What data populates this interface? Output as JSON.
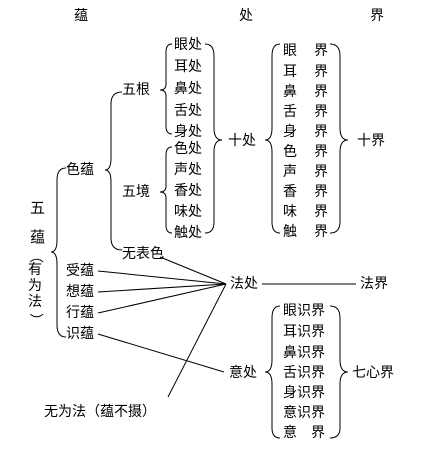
{
  "headers": {
    "skandha": "蕴",
    "ayatana": "处",
    "dhatu": "界"
  },
  "wuyun": {
    "label": "五蕴",
    "paren_top": "（",
    "sub": "有为法",
    "paren_bottom": "）"
  },
  "seyun": "色蕴",
  "wugen": {
    "label": "五根",
    "items": [
      "眼处",
      "耳处",
      "鼻处",
      "舌处",
      "身处"
    ]
  },
  "wujing": {
    "label": "五境",
    "items": [
      "色处",
      "声处",
      "香处",
      "味处",
      "触处"
    ]
  },
  "wubiaose": "无表色",
  "other_skandhas": [
    "受蕴",
    "想蕴",
    "行蕴",
    "识蕴"
  ],
  "shichu": "十处",
  "jie_list": [
    {
      "a": "眼",
      "b": "界"
    },
    {
      "a": "耳",
      "b": "界"
    },
    {
      "a": "鼻",
      "b": "界"
    },
    {
      "a": "舌",
      "b": "界"
    },
    {
      "a": "身",
      "b": "界"
    },
    {
      "a": "色",
      "b": "界"
    },
    {
      "a": "声",
      "b": "界"
    },
    {
      "a": "香",
      "b": "界"
    },
    {
      "a": "味",
      "b": "界"
    },
    {
      "a": "触",
      "b": "界"
    }
  ],
  "shijie": "十界",
  "fachu": "法处",
  "fajie": "法界",
  "yichu": "意处",
  "shi_list": [
    "眼识界",
    "耳识界",
    "鼻识界",
    "舌识界",
    "身识界",
    "意识界",
    "意　界"
  ],
  "qixinjie": "七心界",
  "wuweifa": "无为法（蕴不摄）"
}
